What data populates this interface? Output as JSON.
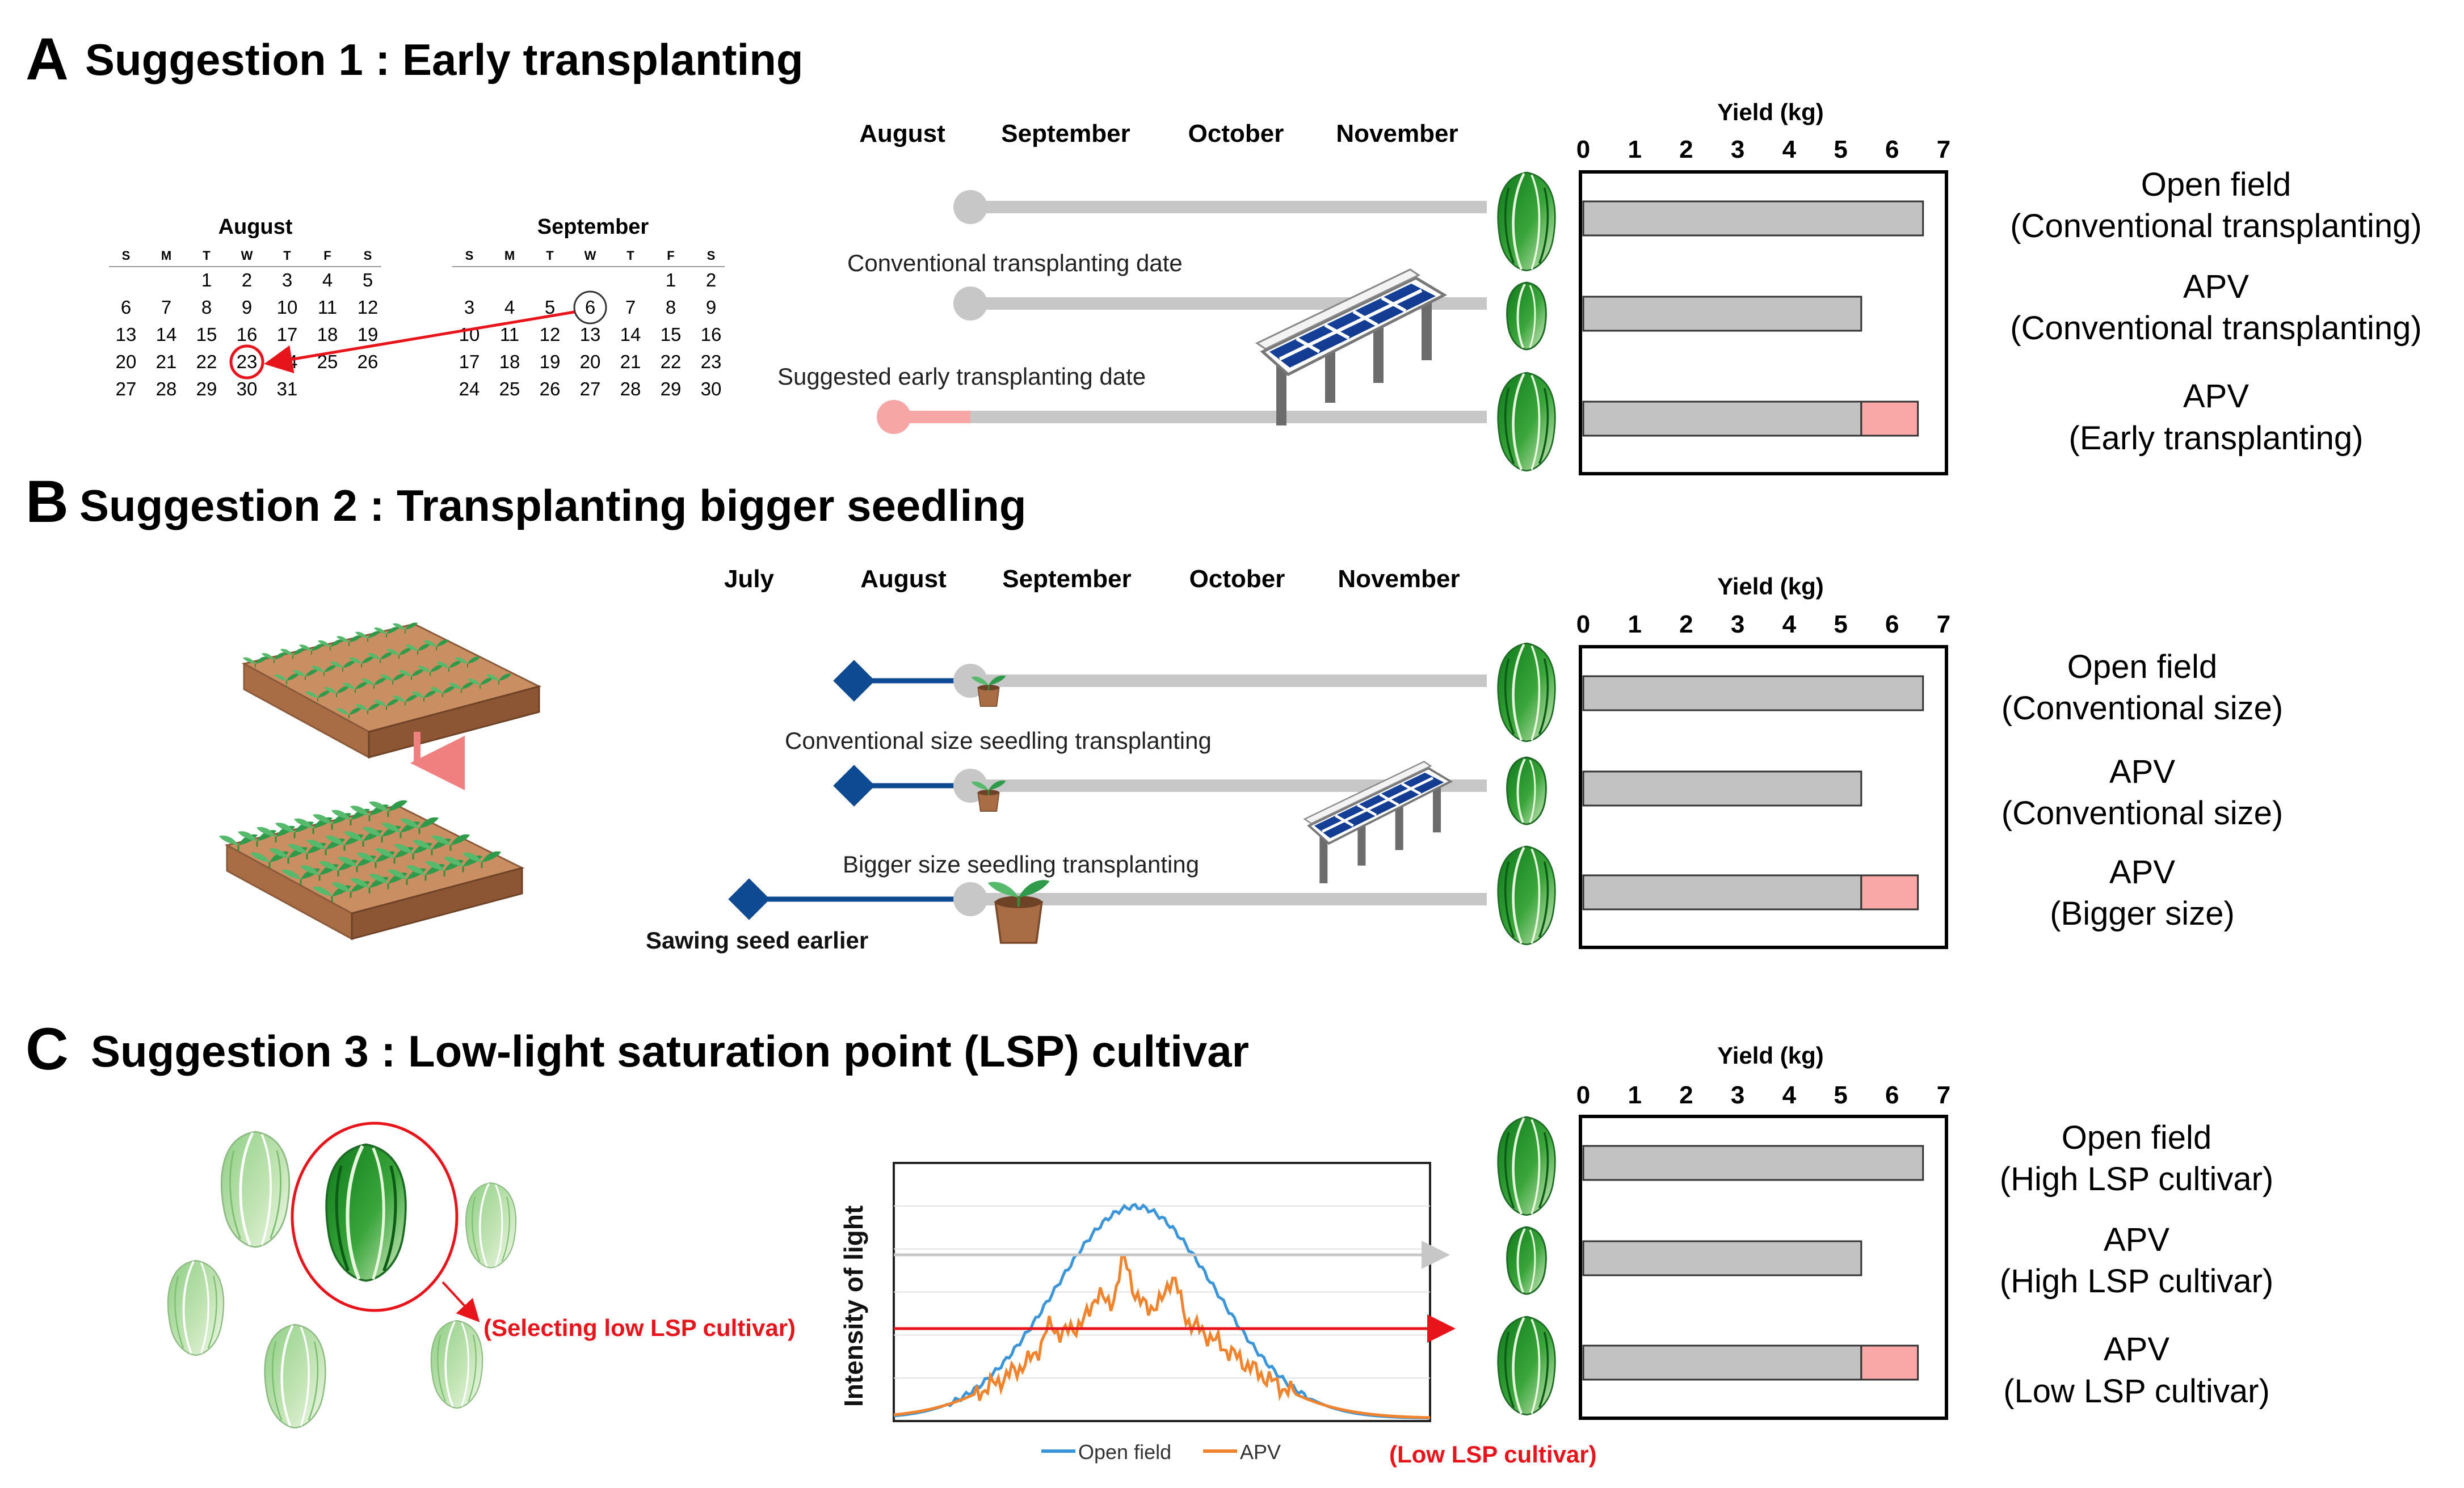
{
  "panels": [
    {
      "letter": "A",
      "title": "Suggestion 1 : Early transplanting",
      "months": [
        "August",
        "September",
        "October",
        "November"
      ],
      "calendars": [
        {
          "month": "August",
          "weekdays": [
            "S",
            "M",
            "T",
            "W",
            "T",
            "F",
            "S"
          ],
          "weeks": [
            [
              "",
              "",
              "1",
              "2",
              "3",
              "4",
              "5"
            ],
            [
              "6",
              "7",
              "8",
              "9",
              "10",
              "11",
              "12"
            ],
            [
              "13",
              "14",
              "15",
              "16",
              "17",
              "18",
              "19"
            ],
            [
              "20",
              "21",
              "22",
              "23",
              "24",
              "25",
              "26"
            ],
            [
              "27",
              "28",
              "29",
              "30",
              "31",
              "",
              ""
            ]
          ]
        },
        {
          "month": "September",
          "weekdays": [
            "S",
            "M",
            "T",
            "W",
            "T",
            "F",
            "S"
          ],
          "weeks": [
            [
              "",
              "",
              "",
              "",
              "",
              "1",
              "2"
            ],
            [
              "3",
              "4",
              "5",
              "6",
              "7",
              "8",
              "9"
            ],
            [
              "10",
              "11",
              "12",
              "13",
              "14",
              "15",
              "16"
            ],
            [
              "17",
              "18",
              "19",
              "20",
              "21",
              "22",
              "23"
            ],
            [
              "24",
              "25",
              "26",
              "27",
              "28",
              "29",
              "30"
            ]
          ]
        }
      ],
      "timeline_labels": [
        "Conventional transplanting date",
        "Suggested early transplanting date"
      ],
      "yield_title": "Yield (kg)",
      "yield_ticks": [
        "0",
        "1",
        "2",
        "3",
        "4",
        "5",
        "6",
        "7"
      ],
      "rows": [
        {
          "label_line1": "Open field",
          "label_line2": "(Conventional transplanting)",
          "base": 6.6,
          "extra": 0
        },
        {
          "label_line1": "APV",
          "label_line2": "(Conventional transplanting)",
          "base": 5.4,
          "extra": 0
        },
        {
          "label_line1": "APV",
          "label_line2": "(Early transplanting)",
          "base": 5.4,
          "extra": 1.1
        }
      ]
    },
    {
      "letter": "B",
      "title": "Suggestion 2 : Transplanting bigger seedling",
      "months": [
        "July",
        "August",
        "September",
        "October",
        "November"
      ],
      "timeline_labels": [
        "Conventional size seedling transplanting",
        "Bigger size seedling transplanting"
      ],
      "sowing_label": "Sawing seed earlier",
      "yield_title": "Yield (kg)",
      "yield_ticks": [
        "0",
        "1",
        "2",
        "3",
        "4",
        "5",
        "6",
        "7"
      ],
      "rows": [
        {
          "label_line1": "Open field",
          "label_line2": "(Conventional size)",
          "base": 6.6,
          "extra": 0
        },
        {
          "label_line1": "APV",
          "label_line2": "(Conventional size)",
          "base": 5.4,
          "extra": 0
        },
        {
          "label_line1": "APV",
          "label_line2": "(Bigger size)",
          "base": 5.4,
          "extra": 1.1
        }
      ]
    },
    {
      "letter": "C",
      "title": "Suggestion 3 : Low-light saturation point (LSP) cultivar",
      "select_label": "(Selecting low LSP cultivar)",
      "light_ylabel": "Intensity of light",
      "legend": [
        "Open field",
        "APV"
      ],
      "low_lsp_label": "(Low LSP cultivar)",
      "yield_title": "Yield (kg)",
      "yield_ticks": [
        "0",
        "1",
        "2",
        "3",
        "4",
        "5",
        "6",
        "7"
      ],
      "rows": [
        {
          "label_line1": "Open field",
          "label_line2": "(High LSP cultivar)",
          "base": 6.6,
          "extra": 0
        },
        {
          "label_line1": "APV",
          "label_line2": "(High LSP cultivar)",
          "base": 5.4,
          "extra": 0
        },
        {
          "label_line1": "APV",
          "label_line2": "(Low LSP cultivar)",
          "base": 5.4,
          "extra": 1.1
        }
      ]
    }
  ],
  "colors": {
    "bar_base": "#c2c2c2",
    "bar_extra": "#f9a7a7",
    "timeline": "#c7c7c7",
    "early_marker": "#f7a6a6",
    "sowing": "#0e4a91",
    "open_field_line": "#3b95d8",
    "apv_line": "#f0832e",
    "highlight_red": "#e8141b"
  }
}
